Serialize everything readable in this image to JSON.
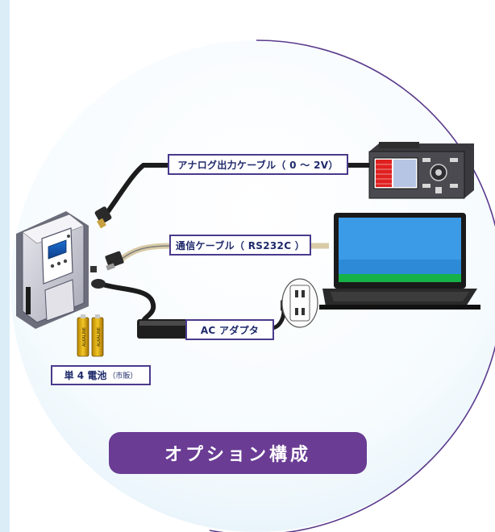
{
  "labels": {
    "analog_cable": "アナログ出力ケーブル（ 0 ～ 2V）",
    "comm_cable": "通信ケーブル（ RS232C ）",
    "ac_adapter": "AC アダプタ",
    "battery_main": "単 4 電池",
    "battery_note": "（市販）"
  },
  "battery_print": "ALKALINE",
  "title": "オプション構成",
  "colors": {
    "circle_stroke": "#5b3b8c",
    "label_border": "#4a3a8c",
    "title_bg": "#6a3c94",
    "side_strip": "#dbeef8"
  }
}
